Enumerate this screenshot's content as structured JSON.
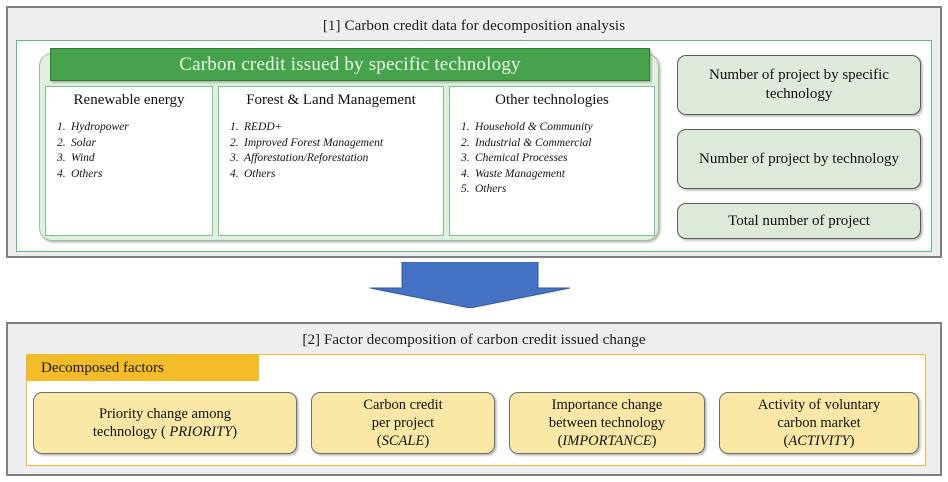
{
  "block1": {
    "title": "[1] Carbon credit data for decomposition analysis",
    "tech_header": "Carbon credit issued by specific technology",
    "columns": [
      {
        "title": "Renewable energy",
        "items": [
          "Hydropower",
          "Solar",
          "Wind",
          "Others"
        ]
      },
      {
        "title": "Forest & Land Management",
        "items": [
          "REDD+",
          "Improved Forest Management",
          "Afforestation/Reforestation",
          "Others"
        ]
      },
      {
        "title": "Other technologies",
        "items": [
          "Household & Community",
          "Industrial & Commercial",
          "Chemical Processes",
          "Waste Management",
          "Others"
        ]
      }
    ],
    "metrics": [
      "Number of project  by specific technology",
      "Number of project by technology",
      "Total number of project"
    ]
  },
  "arrow": {
    "name": "down-arrow",
    "color": "#4472c4"
  },
  "block2": {
    "title": "[2] Factor decomposition of carbon credit issued change",
    "decomposed_header": "Decomposed factors",
    "factors": [
      {
        "line1": "Priority change  among",
        "line2": "technology ( ",
        "code": "PRIORITY",
        "line3": ")"
      },
      {
        "line1": "Carbon credit",
        "line2": "per project",
        "code": "SCALE",
        "line3": ""
      },
      {
        "line1": "Importance change",
        "line2": "between technology",
        "code": "IMPORTANCE",
        "line3": ""
      },
      {
        "line1": "Activity of voluntary",
        "line2": "carbon market",
        "code": "ACTIVITY",
        "line3": ""
      }
    ]
  },
  "colors": {
    "green_header": "#46a34b",
    "green_panel": "#dff0df",
    "green_border": "#5cbf7a",
    "metric_fill": "#dde9d9",
    "gold_header": "#f5bc2a",
    "yellow_fill": "#fbe8a6",
    "yellow_border": "#e3bb3c",
    "arrow_blue": "#4472c4",
    "frame_gray": "#7f7f7f"
  }
}
